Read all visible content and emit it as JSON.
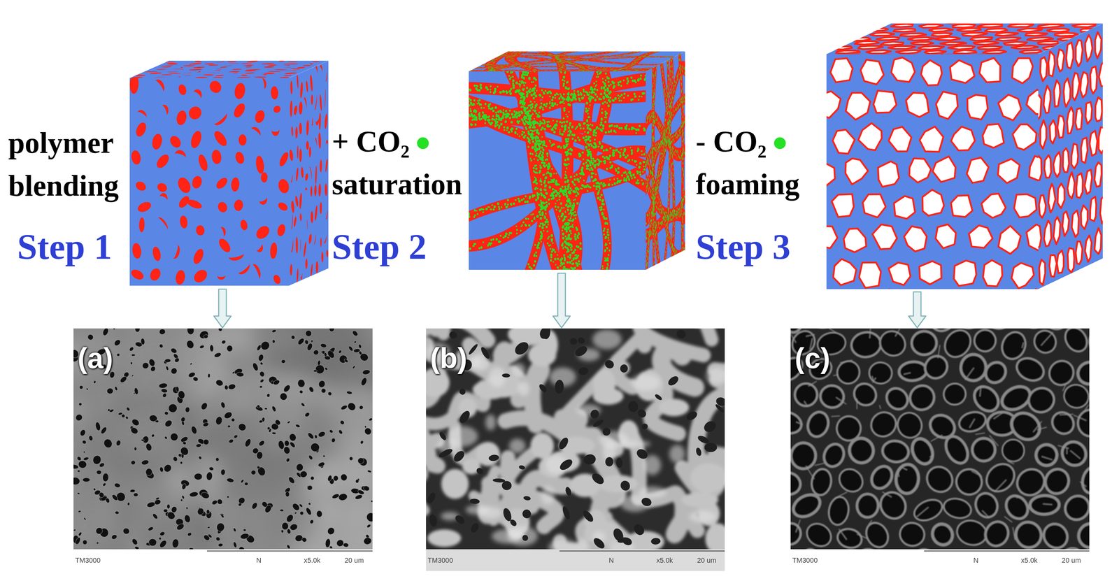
{
  "diagram": {
    "nodes": [
      {
        "text": [
          "(a)",
          "TM3000",
          "N",
          "x5.0k",
          "20 um"
        ]
      },
      {
        "text": [
          "(b)",
          "TM3000",
          "N",
          "x5.0k",
          "20 um"
        ]
      },
      {
        "text": [
          "(c)",
          "TM3000",
          "N",
          "x5.0k",
          "20 um"
        ]
      }
    ],
    "labels": [
      "polymer blending",
      "Step 1",
      "+ CO₂ saturation",
      "Step 2",
      "- CO₂ foaming",
      "Step 3"
    ]
  }
}
